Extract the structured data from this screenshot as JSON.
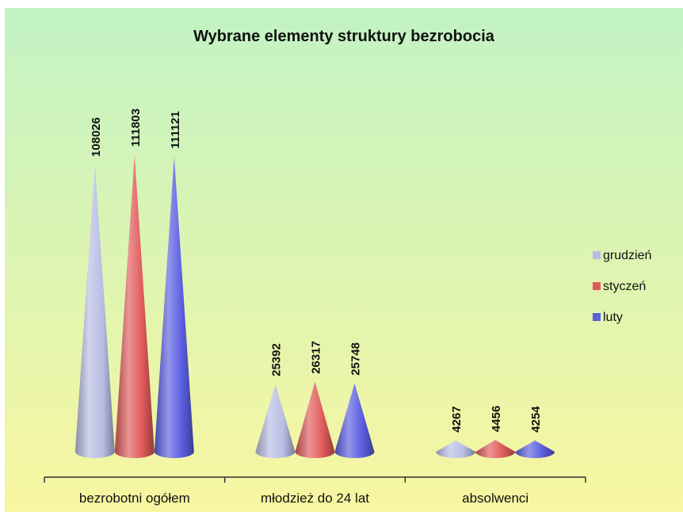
{
  "chart_data": {
    "type": "bar",
    "style": "3d-cone",
    "title": "Wybrane elementy struktury bezrobocia",
    "categories": [
      "bezrobotni ogółem",
      "młodzież do 24 lat",
      "absolwenci"
    ],
    "series": [
      {
        "name": "grudzień",
        "values": [
          108026,
          25392,
          4267
        ],
        "color": "#b8bde3"
      },
      {
        "name": "styczeń",
        "values": [
          111803,
          26317,
          4456
        ],
        "color": "#e05a5a"
      },
      {
        "name": "luty",
        "values": [
          111121,
          25748,
          4254
        ],
        "color": "#5a5ee0"
      }
    ],
    "value_labels": [
      [
        "108026",
        "111803",
        "111121"
      ],
      [
        "25392",
        "26317",
        "25748"
      ],
      [
        "4267",
        "4456",
        "4254"
      ]
    ],
    "ylim": [
      0,
      115000
    ],
    "grid": false,
    "legend_position": "right",
    "background_gradient": [
      "#c2f3c4",
      "#f8f6a0"
    ]
  }
}
